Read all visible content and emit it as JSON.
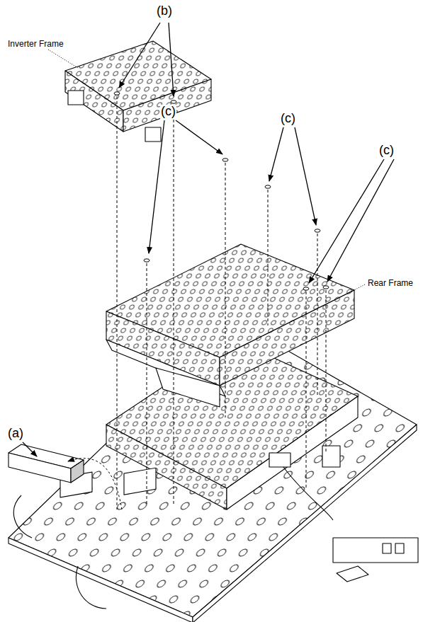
{
  "diagram": {
    "labels": [
      "(b)",
      "Inverter Frame",
      "(c)",
      "(c)",
      "(c)",
      "Rear Frame",
      "(a)"
    ]
  }
}
